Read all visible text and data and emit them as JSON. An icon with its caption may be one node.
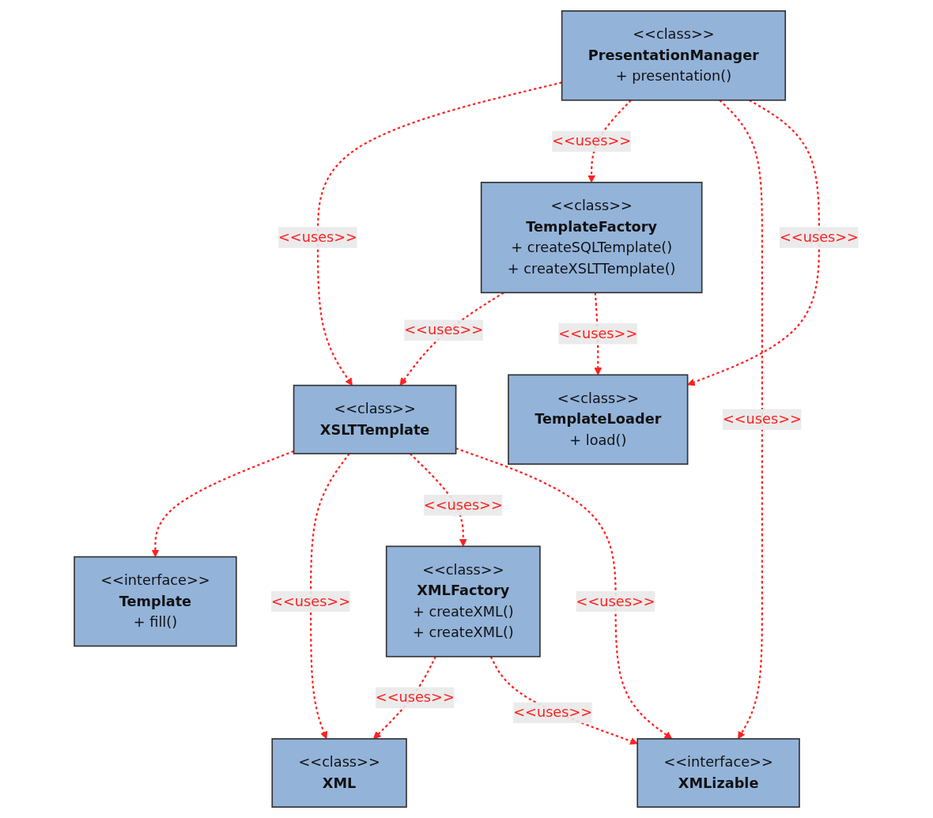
{
  "diagram": {
    "nodes": [
      {
        "text": [
          "<<interface>>",
          "Template",
          "+ fill()"
        ]
      },
      {
        "text": [
          "<<class>>",
          "PresentationManager",
          "+ presentation()"
        ]
      },
      {
        "text": [
          "<<class>>",
          "XSLTTemplate"
        ]
      },
      {
        "text": [
          "<<class>>",
          "TemplateFactory",
          "+ createSQLTemplate()",
          "+ createXSLTTemplate()"
        ]
      },
      {
        "text": [
          "<<interface>>",
          "XMLizable"
        ]
      },
      {
        "text": [
          "<<class>>",
          "TemplateLoader",
          "+ load()"
        ]
      },
      {
        "text": [
          "<<class>>",
          "XML"
        ]
      },
      {
        "text": [
          "<<class>>",
          "XMLFactory",
          "+ createXML()",
          "+ createXML()"
        ]
      }
    ],
    "edges": [
      {
        "from": 2,
        "to": 0,
        "arrow": "to",
        "style": "dashed"
      },
      {
        "from": 1,
        "to": 2,
        "arrow": "to",
        "style": "dashed",
        "label": "<<uses>>"
      },
      {
        "from": 1,
        "to": 3,
        "arrow": "to",
        "style": "dashed",
        "label": "<<uses>>"
      },
      {
        "from": 1,
        "to": 4,
        "arrow": "to",
        "style": "dashed",
        "label": "<<uses>>"
      },
      {
        "from": 1,
        "to": 5,
        "arrow": "to",
        "style": "dashed",
        "label": "<<uses>>"
      },
      {
        "from": 3,
        "to": 2,
        "arrow": "to",
        "style": "dashed",
        "label": "<<uses>>"
      },
      {
        "from": 3,
        "to": 5,
        "arrow": "to",
        "style": "dashed",
        "label": "<<uses>>"
      },
      {
        "from": 2,
        "to": 6,
        "arrow": "to",
        "style": "dashed",
        "label": "<<uses>>"
      },
      {
        "from": 2,
        "to": 7,
        "arrow": "to",
        "style": "dashed",
        "label": "<<uses>>"
      },
      {
        "from": 2,
        "to": 4,
        "arrow": "to",
        "style": "dashed",
        "label": "<<uses>>"
      },
      {
        "from": 7,
        "to": 6,
        "arrow": "to",
        "style": "dashed",
        "label": "<<uses>>"
      },
      {
        "from": 7,
        "to": 4,
        "arrow": "to",
        "style": "dashed",
        "label": "<<uses>>"
      }
    ]
  }
}
